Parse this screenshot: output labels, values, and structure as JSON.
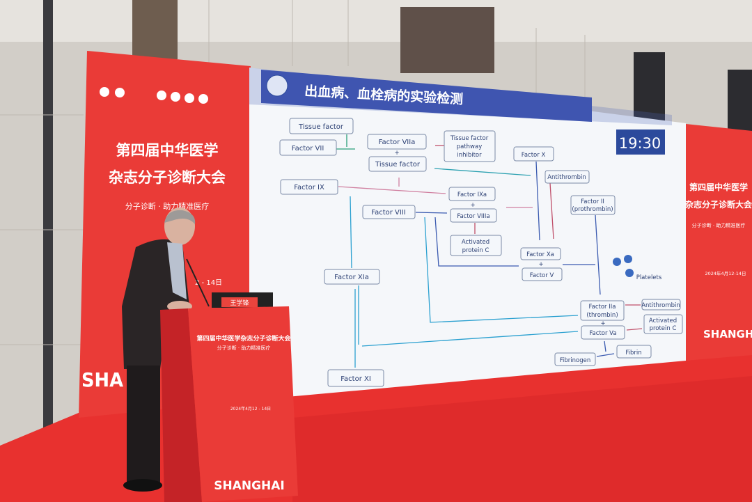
{
  "left_banner": {
    "title_line1": "第四届中华医学",
    "title_line2": "杂志分子诊断大会",
    "slogan": "分子诊断 · 助力精准医疗",
    "date_partial": "2 - 14日",
    "city": "SHA"
  },
  "slide": {
    "title": "出血病、血栓病的实验检测",
    "timer": "19:30",
    "nodes": {
      "tissue_factor_1": "Tissue factor",
      "factor_vii": "Factor VII",
      "factor_viia": "Factor VIIa",
      "plus": "+",
      "tissue_factor_2": "Tissue factor",
      "tfpi_1": "Tissue factor",
      "tfpi_2": "pathway",
      "tfpi_3": "inhibitor",
      "factor_x": "Factor X",
      "antithrombin_1": "Antithrombin",
      "factor_ix": "Factor IX",
      "factor_ixa": "Factor IXa",
      "factor_viii": "Factor VIII",
      "factor_viiia": "Factor VIIIa",
      "factor_ii_1": "Factor II",
      "factor_ii_2": "(prothrombin)",
      "apc1_1": "Activated",
      "apc1_2": "protein C",
      "factor_xa": "Factor Xa",
      "factor_v": "Factor V",
      "platelets": "Platelets",
      "factor_xia": "Factor XIa",
      "factor_iia_1": "Factor IIa",
      "factor_iia_2": "(thrombin)",
      "antithrombin_2": "Antithrombin",
      "apc2_1": "Activated",
      "apc2_2": "protein C",
      "factor_va": "Factor Va",
      "fibrinogen": "Fibrinogen",
      "fibrin": "Fibrin",
      "factor_xi": "Factor XI"
    }
  },
  "right_banner": {
    "title_line1": "第四届中华医学",
    "title_line2": "杂志分子诊断大会",
    "slogan": "分子诊断 · 助力精准医疗",
    "date": "2024年4月12-14日",
    "city": "SHANGHAI"
  },
  "podium": {
    "name_card": "王学锋",
    "title": "第四届中华医学杂志分子诊断大会",
    "slogan": "分子诊断 · 助力精准医疗",
    "date": "2024年4月12 - 14日",
    "city": "SHANGHAI"
  }
}
